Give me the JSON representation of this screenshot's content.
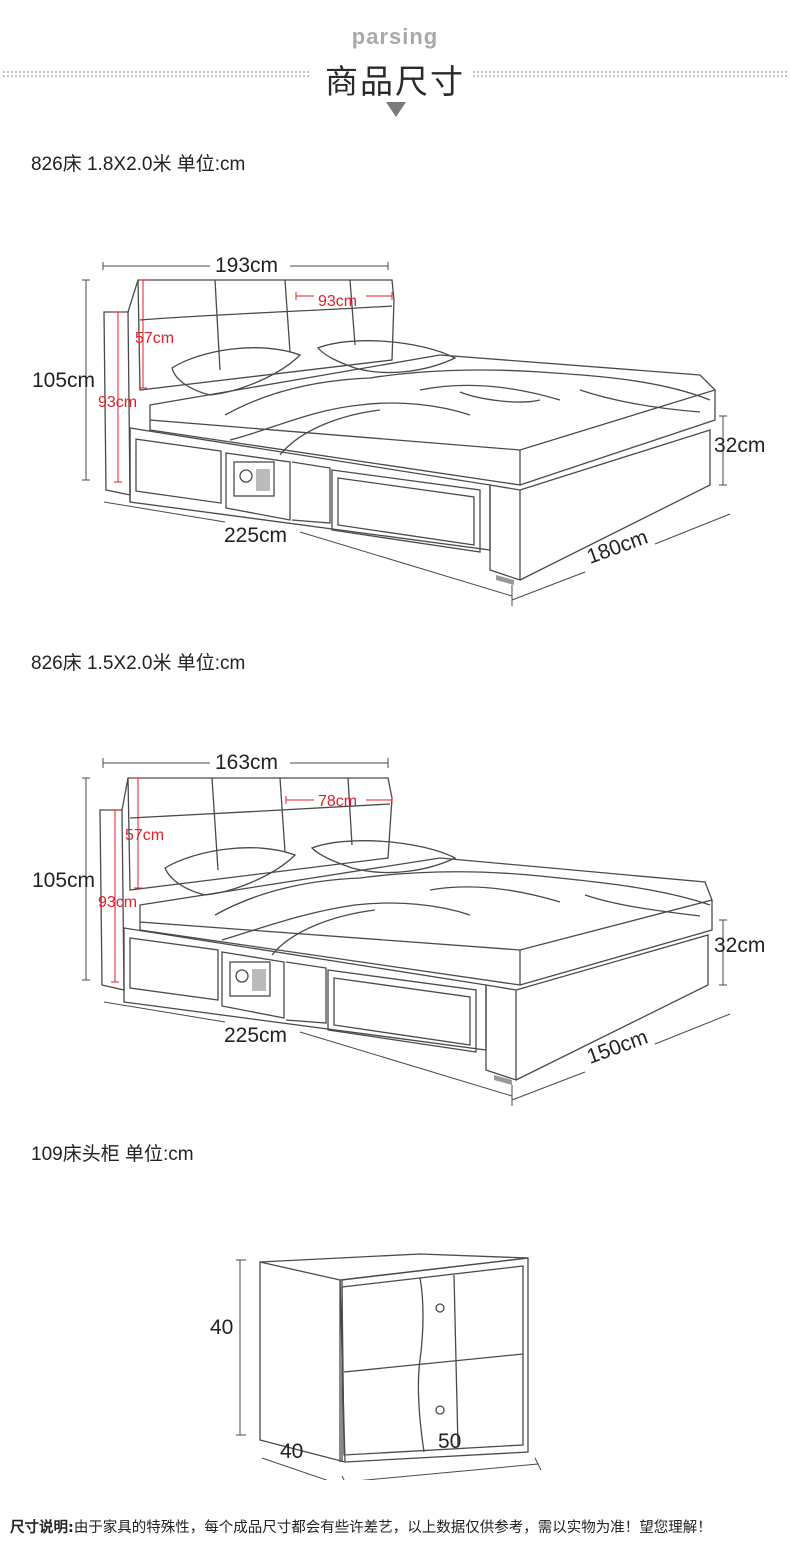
{
  "header": {
    "en_title": "parsing",
    "cn_title": "商品尺寸"
  },
  "bed_18": {
    "caption": "826床 1.8X2.0米 单位:cm",
    "width_label": "193cm",
    "cushion_label": "93cm",
    "cushion_height_label": "57cm",
    "height_label": "105cm",
    "headboard_label": "93cm",
    "frame_height_label": "32cm",
    "length_label": "225cm",
    "depth_label": "180cm"
  },
  "bed_15": {
    "caption": "826床 1.5X2.0米 单位:cm",
    "width_label": "163cm",
    "cushion_label": "78cm",
    "cushion_height_label": "57cm",
    "height_label": "105cm",
    "headboard_label": "93cm",
    "frame_height_label": "32cm",
    "length_label": "225cm",
    "depth_label": "150cm"
  },
  "nightstand": {
    "caption": "109床头柜 单位:cm",
    "height_label": "40",
    "depth_label": "40",
    "width_label": "50"
  },
  "footer": {
    "label": "尺寸说明:",
    "text": "由于家具的特殊性，每个成品尺寸都会有些许差艺，以上数据仅供参考，需以实物为准！望您理解！"
  },
  "colors": {
    "line": "#4a4a4a",
    "accent_red": "#e0212d",
    "header_gray": "#a9a9a9"
  }
}
